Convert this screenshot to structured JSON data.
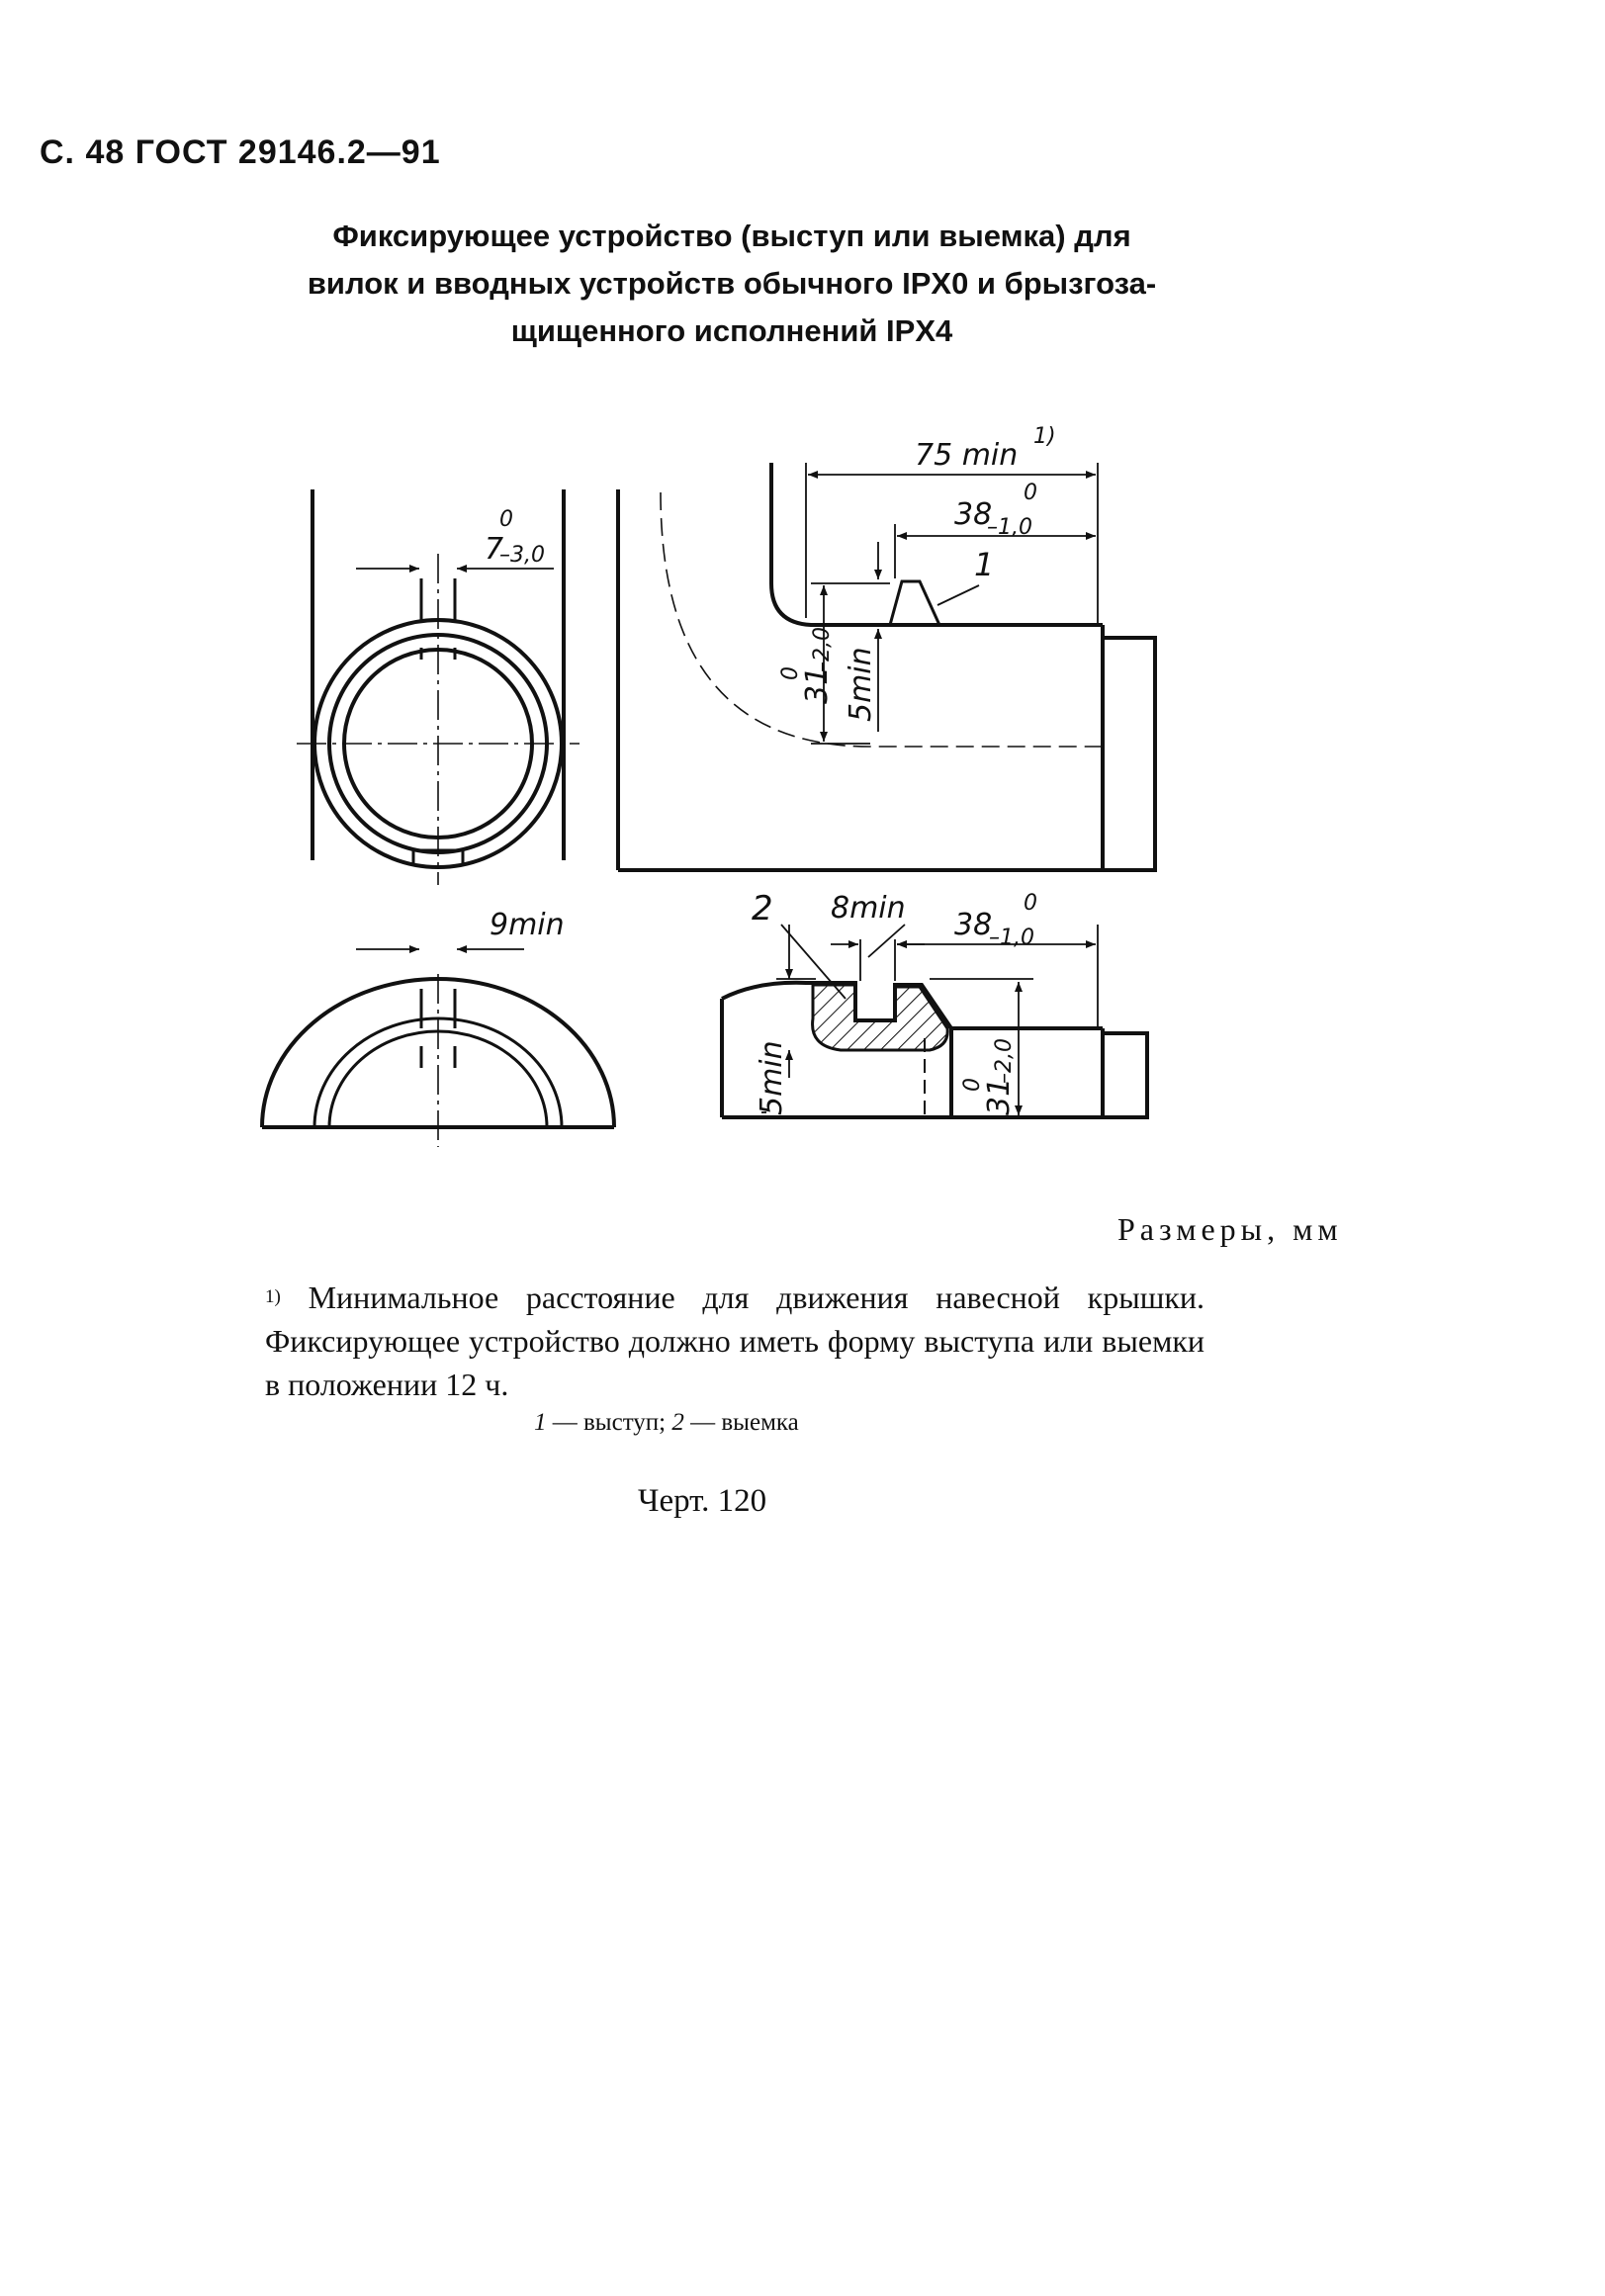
{
  "header": "С. 48 ГОСТ 29146.2—91",
  "title_lines": [
    "Фиксирующее устройство (выступ или выемка) для",
    "вилок и вводных устройств обычного IPX0 и брызгоза-",
    "щищенного исполнений IPX4"
  ],
  "dimensions": {
    "d75": "75 min",
    "d75_note": "1)",
    "d38_top": "38",
    "d38_top_sup": "0",
    "d38_top_sub": "–1,0",
    "d7": "7",
    "d7_sup": "0",
    "d7_sub": "–3,0",
    "d31_left": "31",
    "d31_left_sup": "0",
    "d31_left_sub": "–2,0",
    "d5_top": "5min",
    "d9": "9min",
    "d8": "8min",
    "d38_bottom": "38",
    "d38_bottom_sup": "0",
    "d38_bottom_sub": "–1,0",
    "d5_bottom": "5min",
    "d31_right": "31",
    "d31_right_sup": "0",
    "d31_right_sub": "–2,0",
    "callout1": "1",
    "callout2": "2"
  },
  "units": "Размеры, мм",
  "footnote_mark": "1)",
  "footnote_text": "Минимальное расстояние для движения навесной крышки. Фиксирующее устройство должно иметь форму выступа или выемки в положении 12 ч.",
  "legend": {
    "n1": "1",
    "t1": "— выступ;",
    "n2": "2",
    "t2": "— выемка"
  },
  "figure_label": "Черт. 120"
}
